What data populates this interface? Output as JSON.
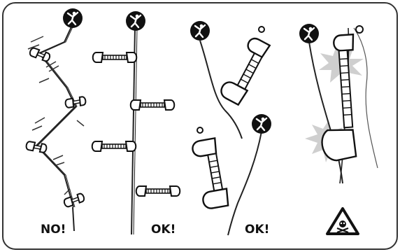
{
  "panels": [
    {
      "id": "zigzag",
      "verdict": "NO!"
    },
    {
      "id": "straight",
      "verdict": "OK!"
    },
    {
      "id": "clip",
      "verdict": "OK!"
    },
    {
      "id": "danger",
      "verdict": ""
    }
  ],
  "icons": {
    "climber": "climber-icon",
    "warning": "warning-skull-icon",
    "impact": "impact-burst-icon"
  },
  "colors": {
    "ink": "#111111",
    "rope": "#222222",
    "sling": "#555555",
    "burst": "#cfcfcf",
    "frame": "#333333"
  }
}
